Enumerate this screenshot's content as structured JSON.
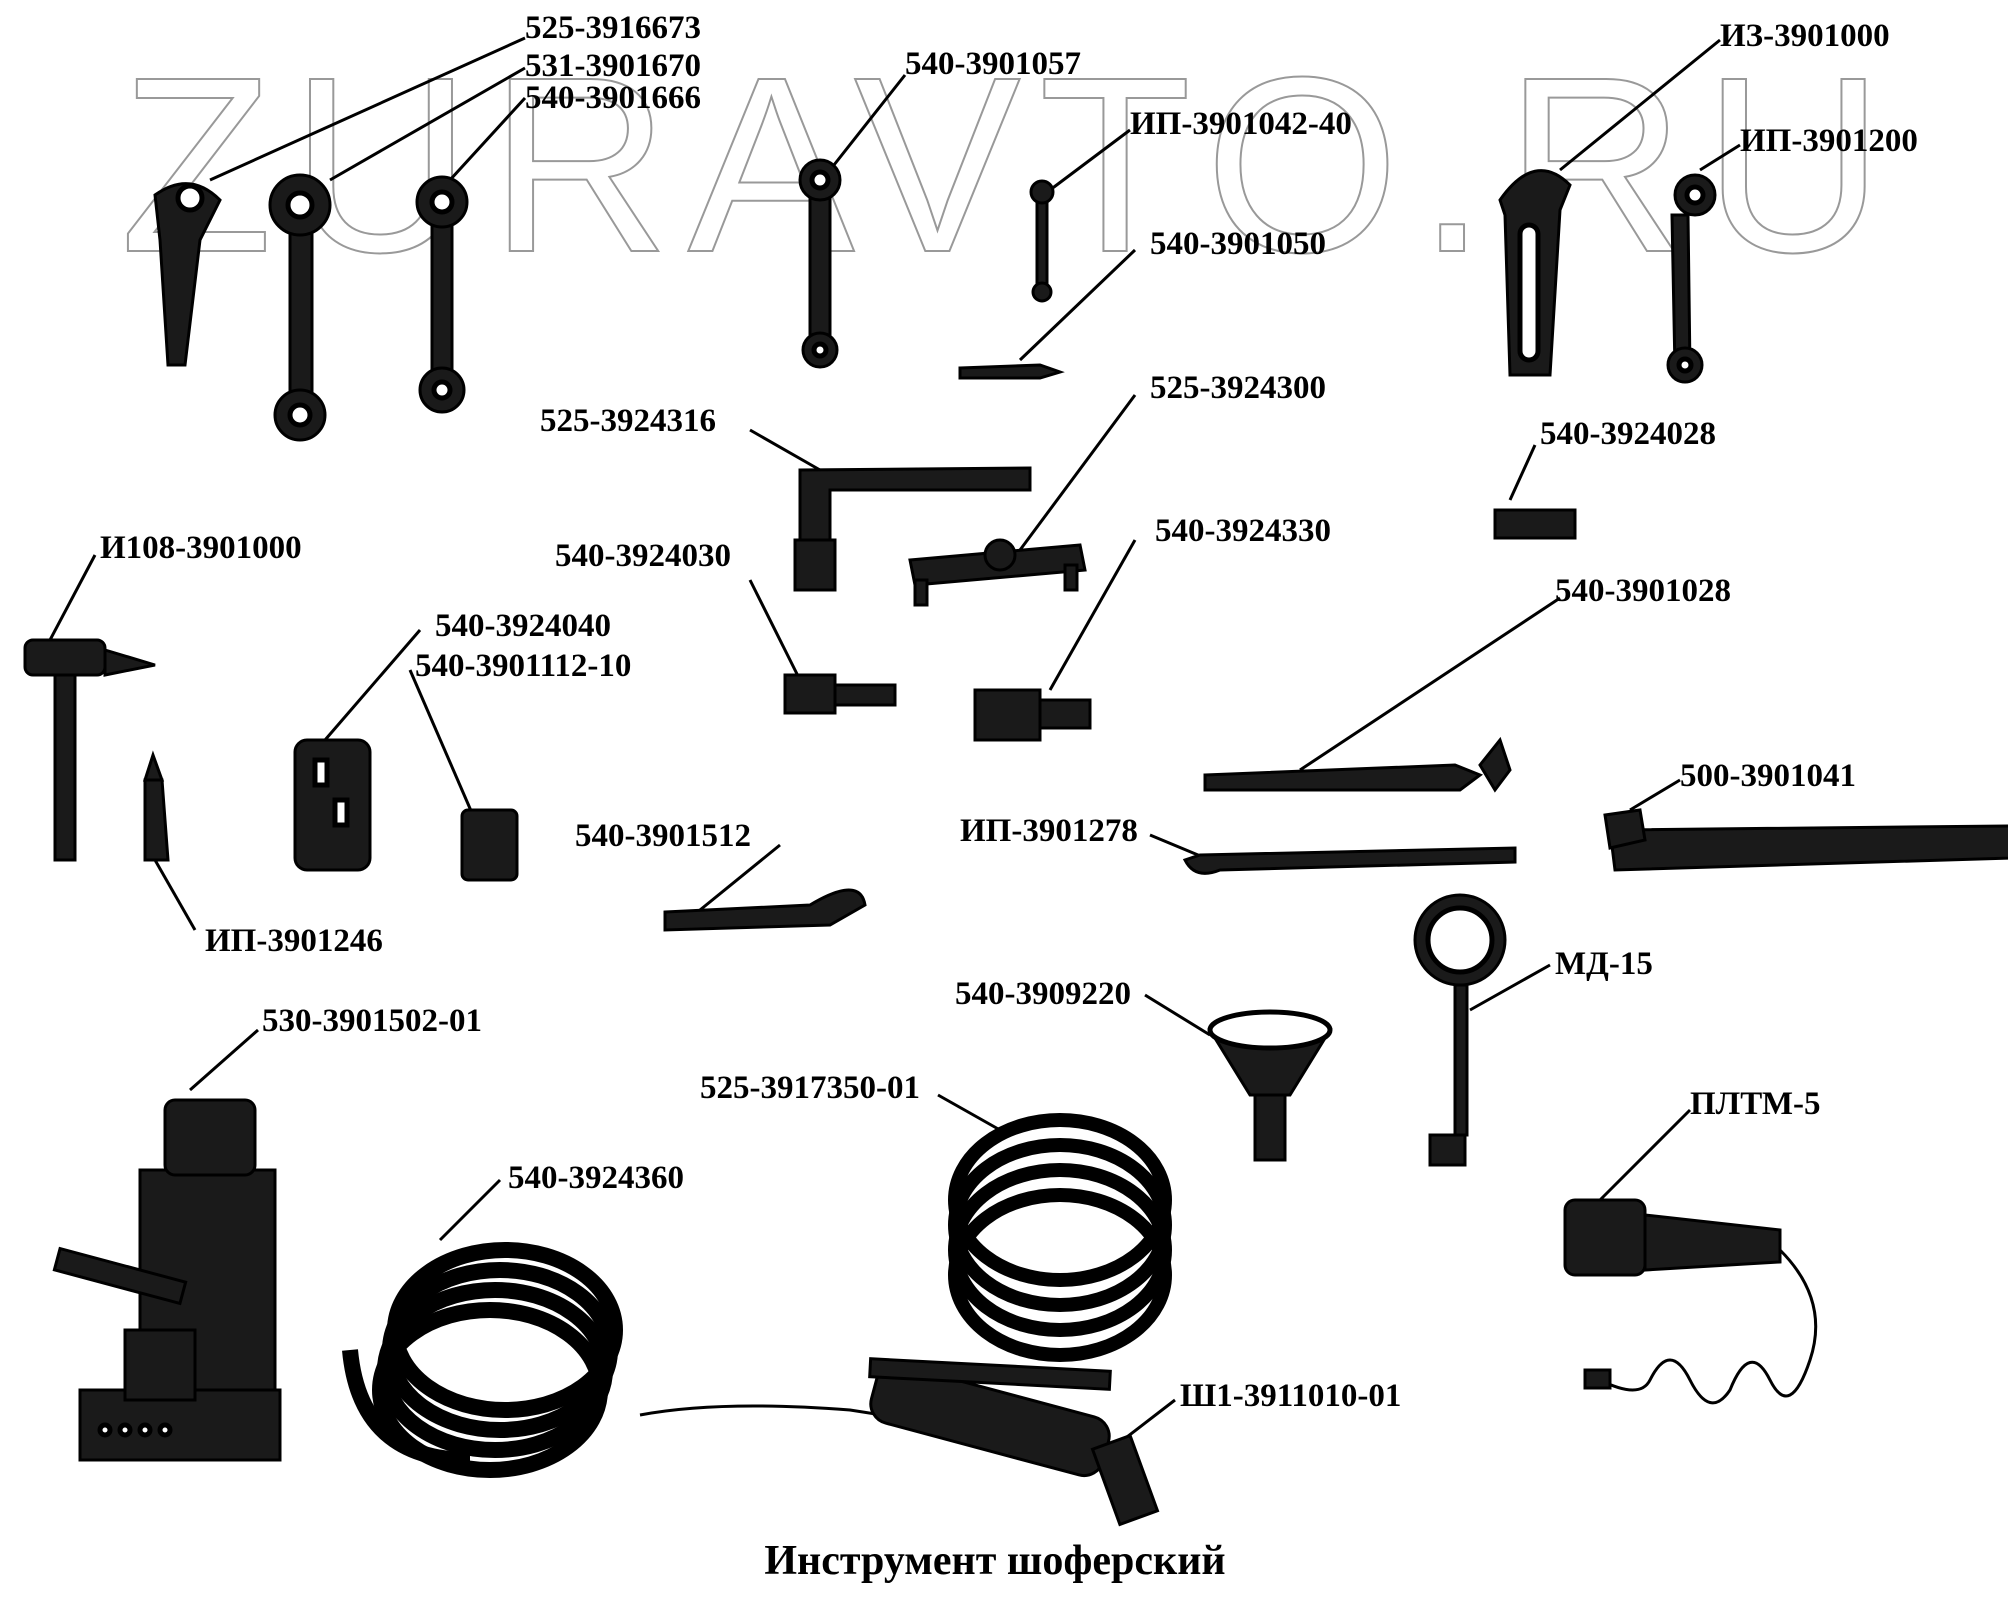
{
  "watermark": "ZURAVTO.RU",
  "caption": "Инструмент шоферский",
  "parts": [
    {
      "id": "525-3916673"
    },
    {
      "id": "531-3901670"
    },
    {
      "id": "540-3901666"
    },
    {
      "id": "540-3901057"
    },
    {
      "id": "ИП-3901042-40"
    },
    {
      "id": "540-3901050"
    },
    {
      "id": "ИЗ-3901000"
    },
    {
      "id": "ИП-3901200"
    },
    {
      "id": "525-3924316"
    },
    {
      "id": "525-3924300"
    },
    {
      "id": "540-3924028"
    },
    {
      "id": "И108-3901000"
    },
    {
      "id": "540-3924030"
    },
    {
      "id": "540-3924330"
    },
    {
      "id": "540-3924040"
    },
    {
      "id": "540-3901112-10"
    },
    {
      "id": "540-3901028"
    },
    {
      "id": "500-3901041"
    },
    {
      "id": "540-3901512"
    },
    {
      "id": "ИП-3901278"
    },
    {
      "id": "ИП-3901246"
    },
    {
      "id": "МД-15"
    },
    {
      "id": "540-3909220"
    },
    {
      "id": "530-3901502-01"
    },
    {
      "id": "525-3917350-01"
    },
    {
      "id": "540-3924360"
    },
    {
      "id": "ПЛТМ-5"
    },
    {
      "id": "Ш1-3911010-01"
    }
  ]
}
